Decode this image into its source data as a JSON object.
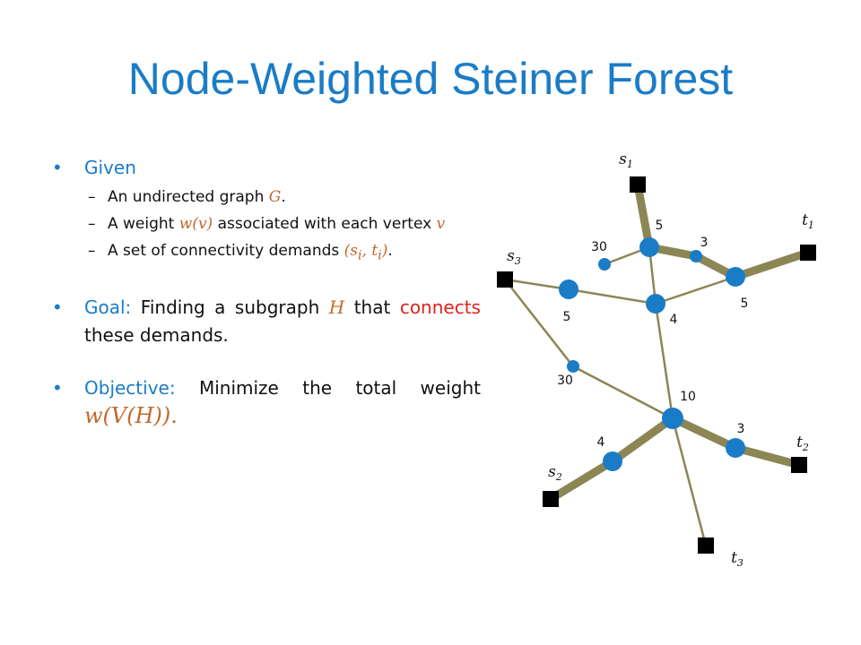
{
  "title": "Node-Weighted Steiner Forest",
  "given": {
    "label": "Given",
    "items": [
      {
        "text": "An undirected graph ",
        "math": "G",
        "end": "."
      },
      {
        "text": "A weight ",
        "math": "w(v)",
        "text2": " associated with each vertex ",
        "math2": "v"
      },
      {
        "text": "A set of connectivity demands ",
        "math": "(s",
        "sub_i": "i",
        "math_mid": ", t",
        "sub_i2": "i",
        "math_end": ")",
        "end": "."
      }
    ]
  },
  "goal": {
    "label": "Goal:",
    "text1": " Finding a subgraph ",
    "math": "H",
    "text2": " that ",
    "red": "connects",
    "text3": " these demands."
  },
  "objective": {
    "label": "Objective:",
    "text1": " Minimize the total weight ",
    "math": "w(V(H))",
    "end": "."
  },
  "graph": {
    "terminals": [
      {
        "id": "s1",
        "letter": "s",
        "sub": "1"
      },
      {
        "id": "t1",
        "letter": "t",
        "sub": "1"
      },
      {
        "id": "s3",
        "letter": "s",
        "sub": "3"
      },
      {
        "id": "s2",
        "letter": "s",
        "sub": "2"
      },
      {
        "id": "t2",
        "letter": "t",
        "sub": "2"
      },
      {
        "id": "t3",
        "letter": "t",
        "sub": "3"
      }
    ],
    "nodes": [
      {
        "id": "a",
        "weight": "5"
      },
      {
        "id": "b",
        "weight": "3"
      },
      {
        "id": "c",
        "weight": "5"
      },
      {
        "id": "d",
        "weight": "30"
      },
      {
        "id": "e",
        "weight": "5"
      },
      {
        "id": "f",
        "weight": "4"
      },
      {
        "id": "g",
        "weight": "30"
      },
      {
        "id": "h",
        "weight": "10"
      },
      {
        "id": "i",
        "weight": "4"
      },
      {
        "id": "j",
        "weight": "3"
      }
    ],
    "edges": [
      {
        "from": "s1",
        "to": "a",
        "bold": true
      },
      {
        "from": "a",
        "to": "b",
        "bold": true
      },
      {
        "from": "b",
        "to": "c",
        "bold": true
      },
      {
        "from": "c",
        "to": "t1",
        "bold": true
      },
      {
        "from": "a",
        "to": "d",
        "bold": false
      },
      {
        "from": "a",
        "to": "f",
        "bold": false
      },
      {
        "from": "s3",
        "to": "e",
        "bold": false
      },
      {
        "from": "e",
        "to": "f",
        "bold": false
      },
      {
        "from": "f",
        "to": "c",
        "bold": false
      },
      {
        "from": "f",
        "to": "h",
        "bold": false
      },
      {
        "from": "s3",
        "to": "g",
        "bold": false
      },
      {
        "from": "g",
        "to": "h",
        "bold": false
      },
      {
        "from": "h",
        "to": "t3",
        "bold": false
      },
      {
        "from": "h",
        "to": "i",
        "bold": true
      },
      {
        "from": "i",
        "to": "s2",
        "bold": true
      },
      {
        "from": "h",
        "to": "j",
        "bold": true
      },
      {
        "from": "j",
        "to": "t2",
        "bold": true
      }
    ],
    "colors": {
      "edge": "#8c8655",
      "node": "#1a7cc7",
      "terminal": "#000000"
    }
  }
}
